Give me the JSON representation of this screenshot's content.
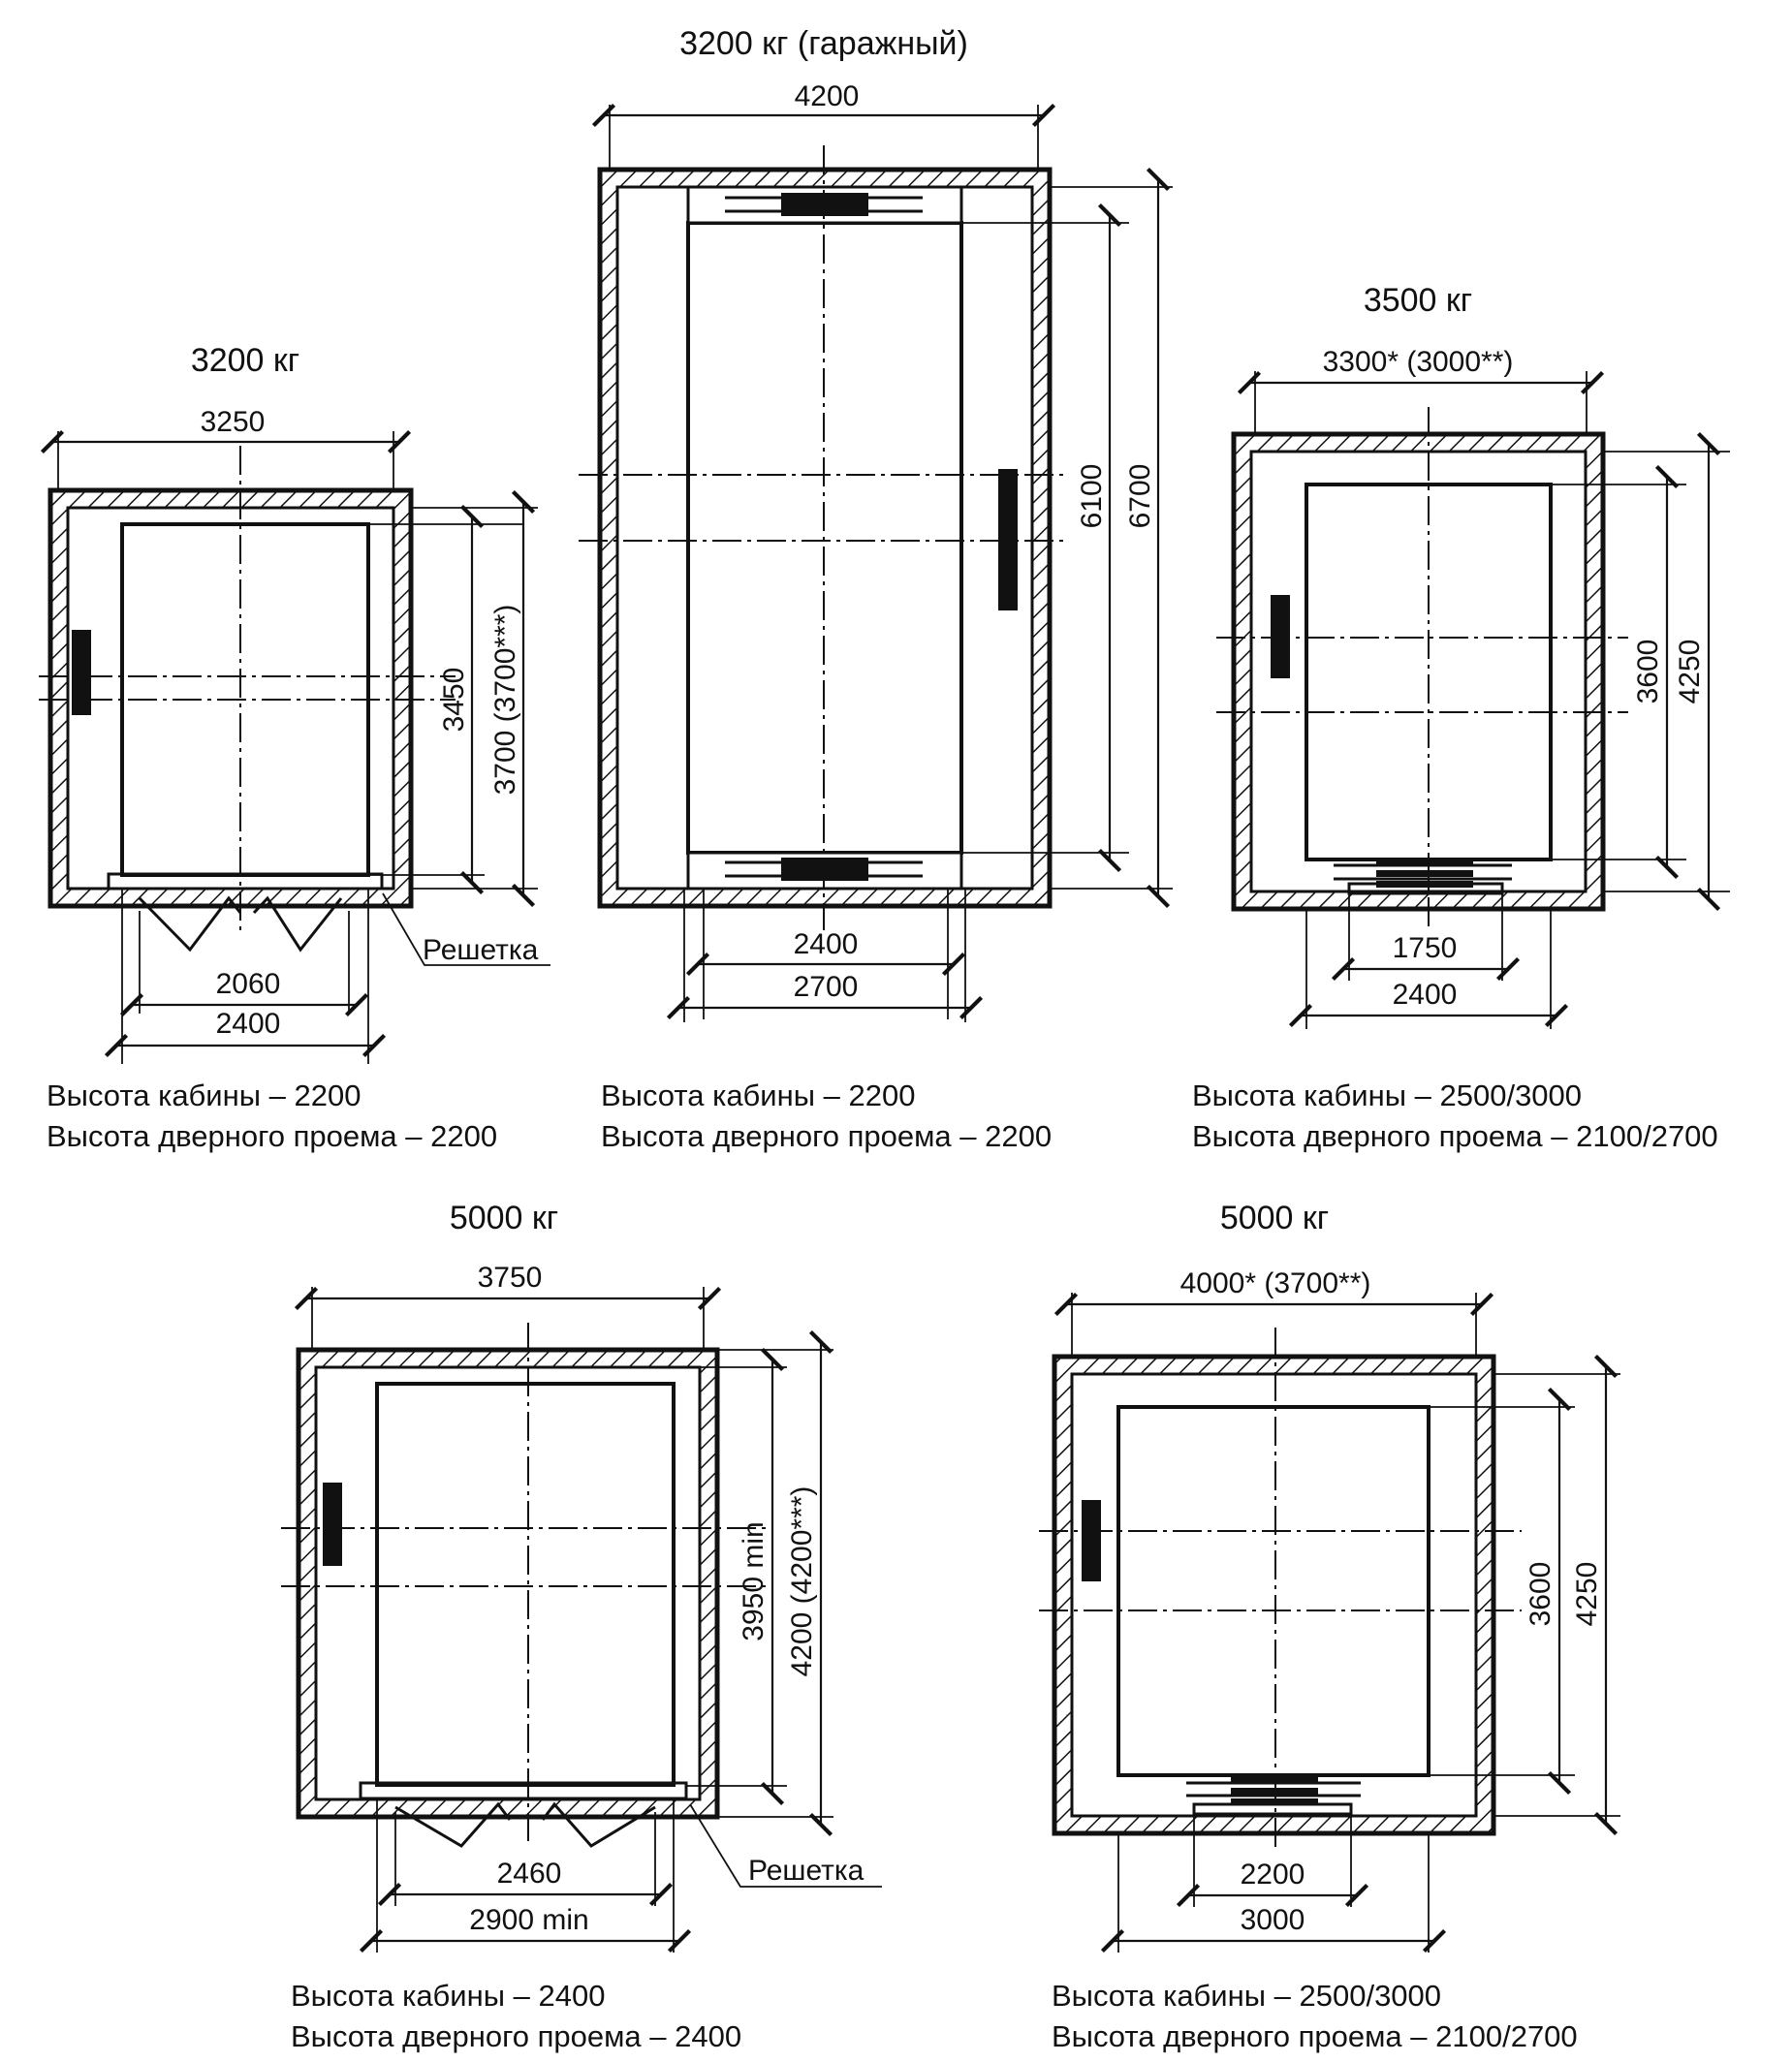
{
  "plans": [
    {
      "title": "3200 кг",
      "dims": {
        "width_top": "3250",
        "depth_inner": "3450",
        "depth_outer": "3700 (3700***)",
        "door_clear": "2060",
        "door_total": "2400"
      },
      "callout": "Решетка",
      "notes": [
        "Высота кабины – 2200",
        "Высота дверного проема – 2200"
      ]
    },
    {
      "title": "3200 кг (гаражный)",
      "dims": {
        "width_top": "4200",
        "depth_inner": "6100",
        "depth_outer": "6700",
        "door_clear": "2400",
        "door_total": "2700"
      },
      "notes": [
        "Высота кабины – 2200",
        "Высота дверного проема – 2200"
      ]
    },
    {
      "title": "3500 кг",
      "dims": {
        "width_top": "3300* (3000**)",
        "depth_inner": "3600",
        "depth_outer": "4250",
        "door_clear": "1750",
        "door_total": "2400"
      },
      "notes": [
        "Высота кабины  – 2500/3000",
        "Высота дверного проема  – 2100/2700"
      ]
    },
    {
      "title": "5000 кг",
      "dims": {
        "width_top": "3750",
        "depth_inner": "3950 min",
        "depth_outer": "4200 (4200***)",
        "door_clear": "2460",
        "door_total": "2900 min"
      },
      "callout": "Решетка",
      "notes": [
        "Высота кабины – 2400",
        "Высота дверного проема – 2400"
      ]
    },
    {
      "title": "5000 кг",
      "dims": {
        "width_top": "4000* (3700**)",
        "depth_inner": "3600",
        "depth_outer": "4250",
        "door_clear": "2200",
        "door_total": "3000"
      },
      "notes": [
        "Высота кабины – 2500/3000",
        "Высота дверного проема – 2100/2700"
      ]
    }
  ]
}
